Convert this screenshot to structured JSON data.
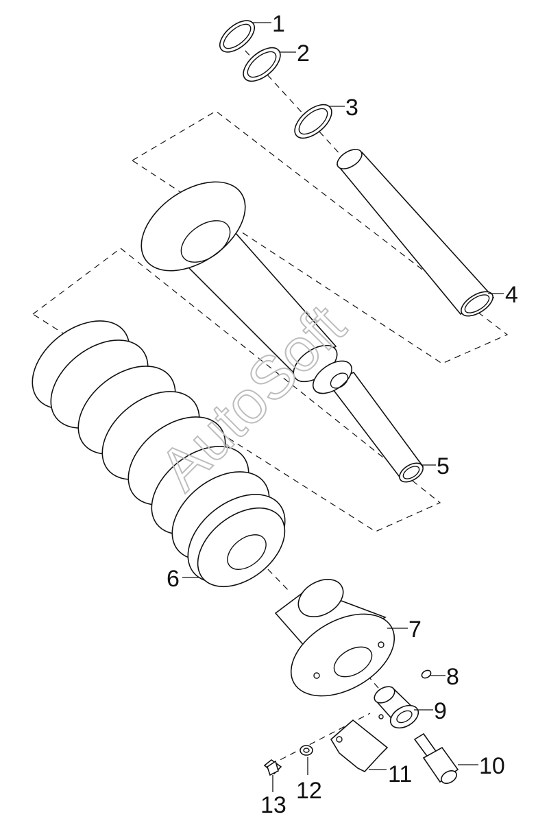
{
  "watermark": "AutoSoft",
  "callouts": [
    "1",
    "2",
    "3",
    "4",
    "5",
    "6",
    "7",
    "8",
    "9",
    "10",
    "11",
    "12",
    "13"
  ]
}
